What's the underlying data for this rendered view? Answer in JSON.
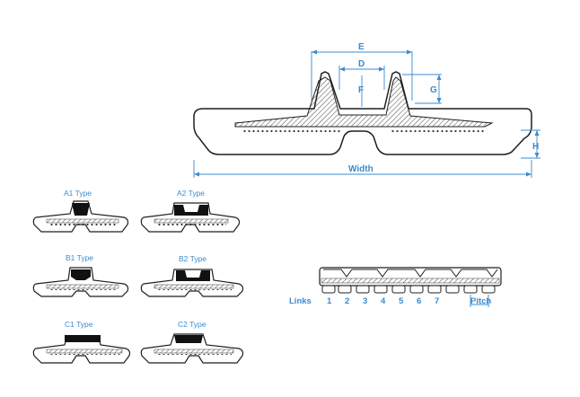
{
  "main_diagram": {
    "dim_labels": {
      "E": "E",
      "D": "D",
      "F": "F",
      "G": "G",
      "H": "H",
      "width": "Width"
    }
  },
  "track_types": {
    "a1": "A1 Type",
    "a2": "A2 Type",
    "b1": "B1 Type",
    "b2": "B2 Type",
    "c1": "C1 Type",
    "c2": "C2 Type"
  },
  "side_view": {
    "links_label": "Links",
    "link_numbers": [
      "1",
      "2",
      "3",
      "4",
      "5",
      "6",
      "7"
    ],
    "pitch_label": "Pitch"
  },
  "colors": {
    "dimension_blue": "#3b8bd0",
    "outline": "#1f1f1f",
    "insert_black": "#111111"
  }
}
